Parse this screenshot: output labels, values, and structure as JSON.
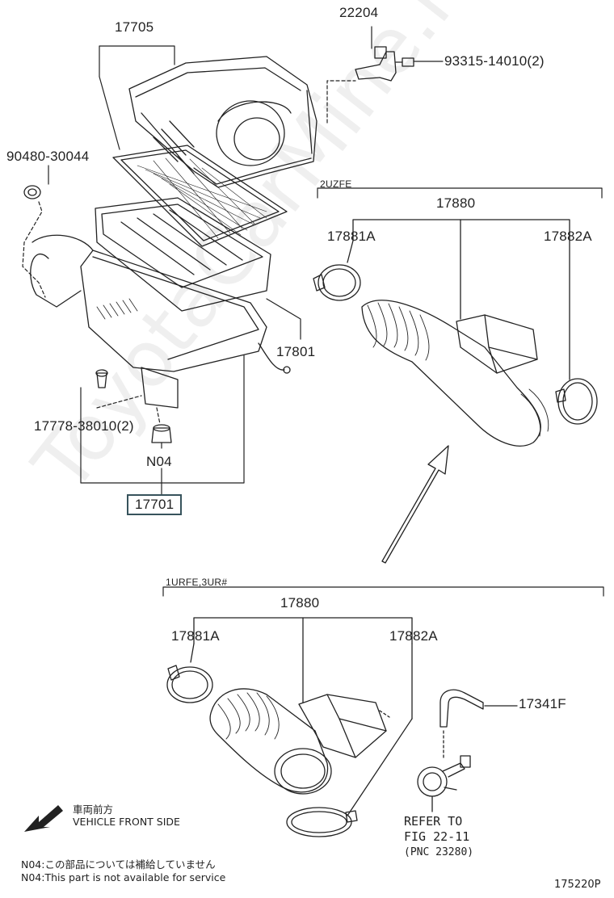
{
  "parts": {
    "p17705": "17705",
    "p22204": "22204",
    "p93315": "93315-14010(2)",
    "p90480": "90480-30044",
    "p17801": "17801",
    "p17778": "17778-38010(2)",
    "n04": "N04",
    "p17701": "17701",
    "upper_17880": "17880",
    "upper_17881a": "17881A",
    "upper_17882a": "17882A",
    "lower_17880": "17880",
    "lower_17881a": "17881A",
    "lower_17882a": "17882A",
    "p17341f": "17341F"
  },
  "sections": {
    "upper_variant": "2UZFE",
    "lower_variant": "1URFE,3UR#"
  },
  "refer": {
    "line1": "REFER TO",
    "line2": "FIG 22-11",
    "line3": "(PNC 23280)"
  },
  "direction": {
    "jp": "車両前方",
    "en": "VEHICLE FRONT SIDE",
    "icon": "arrow-down-left-icon"
  },
  "notes": {
    "jp": "N04:この部品については補給していません",
    "en": "N04:This part is not available for service"
  },
  "diagram_id": "175220P",
  "watermark": "ToyotaCarMine.ru"
}
